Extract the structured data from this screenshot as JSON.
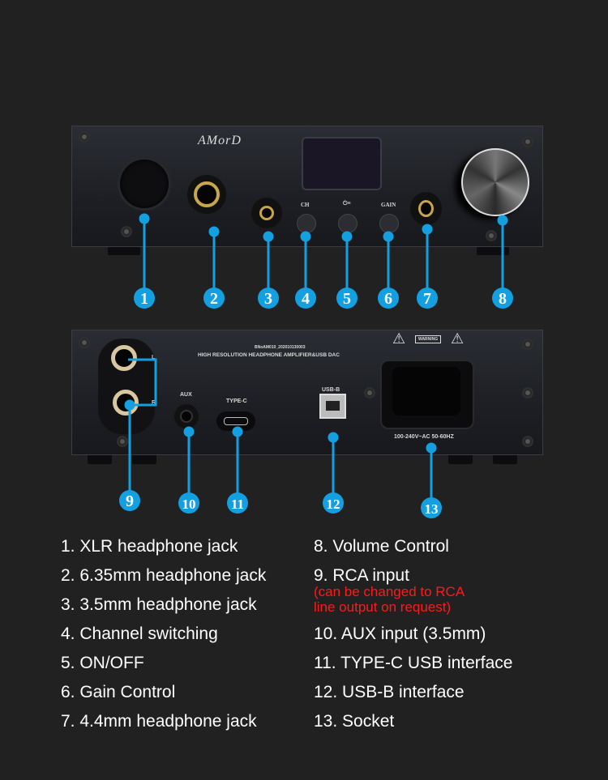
{
  "front_panel": {
    "logo": "AMorD",
    "label_ch": "CH",
    "label_gain": "GAIN"
  },
  "back_panel": {
    "model_line": "BNoAM010_202010130003",
    "title": "HIGH RESOLUTION HEADPHONE AMPLIFIER&USB DAC",
    "label_l": "L",
    "label_r": "R",
    "label_aux": "AUX",
    "label_typec": "TYPE-C",
    "label_usbb": "USB-B",
    "warning": "WARNING",
    "power_rating": "100-240V~AC 50-60HZ"
  },
  "callouts": {
    "front": [
      "1",
      "2",
      "3",
      "4",
      "5",
      "6",
      "7",
      "8"
    ],
    "back": [
      "9",
      "10",
      "11",
      "12",
      "13"
    ]
  },
  "legend": {
    "left": [
      "1. XLR headphone jack",
      "2. 6.35mm headphone jack",
      "3. 3.5mm headphone jack",
      "4. Channel switching",
      "5. ON/OFF",
      "6. Gain Control",
      "7. 4.4mm headphone jack"
    ],
    "right": [
      "8. Volume Control",
      "9. RCA input",
      "10. AUX input (3.5mm)",
      "11. TYPE-C USB interface",
      "12. USB-B interface",
      "13. Socket"
    ],
    "rca_note_line1": "(can be changed to RCA",
    "rca_note_line2": "line output on request)"
  },
  "colors": {
    "background": "#212121",
    "callout": "#14a0e0",
    "note": "#ff1a1a"
  }
}
